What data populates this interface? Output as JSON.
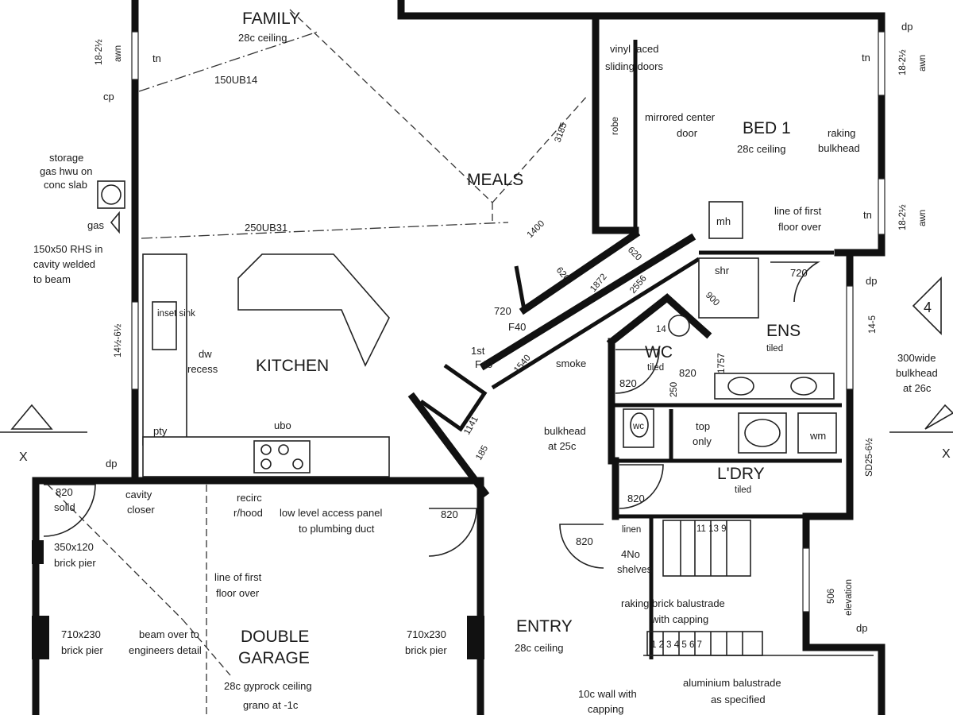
{
  "rooms": {
    "family": "FAMILY",
    "family_ceiling": "28c ceiling",
    "meals": "MEALS",
    "kitchen": "KITCHEN",
    "bed1": "BED 1",
    "bed1_ceiling": "28c ceiling",
    "ens": "ENS",
    "ens_finish": "tiled",
    "wc": "WC",
    "wc_finish": "tiled",
    "laundry": "L'DRY",
    "laundry_finish": "tiled",
    "double_garage_1": "DOUBLE",
    "double_garage_2": "GARAGE",
    "garage_ceiling_1": "28c gyprock ceiling",
    "garage_ceiling_2": "grano at -1c",
    "entry": "ENTRY",
    "entry_ceiling": "28c ceiling"
  },
  "labels": {
    "beam_family": "150UB14",
    "beam_kitchen": "250UB31",
    "storage_1": "storage",
    "storage_2": "gas hwu on",
    "storage_3": "conc slab",
    "gas": "gas",
    "rhs_1": "150x50 RHS in",
    "rhs_2": "cavity welded",
    "rhs_3": "to beam",
    "cp_top": "cp",
    "tn_left": "tn",
    "window_left_top": "18-2½",
    "window_left_top_sub": "awn",
    "window_left_mid": "14½-6½",
    "inset_sink": "inset sink",
    "dw_1": "dw",
    "dw_2": "recess",
    "pty": "pty",
    "ubo": "ubo",
    "dp_left": "dp",
    "vinyl_1": "vinyl faced",
    "vinyl_2": "sliding doors",
    "robe": "robe",
    "mirrored_1": "mirrored center",
    "mirrored_2": "door",
    "dim_3185": "3185",
    "raking_1": "raking",
    "raking_2": "bulkhead",
    "tn_r1": "tn",
    "tn_r2": "tn",
    "window_r1": "18-2½",
    "window_r1_sub": "awn",
    "window_r2": "18-2½",
    "window_r2_sub": "awn",
    "dp_r1": "dp",
    "dp_r2": "dp",
    "dp_r3": "dp",
    "mh": "mh",
    "first_floor_1": "line of first",
    "first_floor_2": "floor over",
    "shr": "shr",
    "d720_ens": "720",
    "d900": "900",
    "d14_5": "14-5",
    "north": "4",
    "bulkhead_300_1": "300wide",
    "bulkhead_300_2": "bulkhead",
    "bulkhead_300_3": "at 26c",
    "d1400": "1400",
    "d620": "620",
    "d1872": "1872",
    "d620b": "620",
    "d2556": "2556",
    "d720_meals": "720",
    "f40_a": "F40",
    "lst": "1st",
    "f40_b": "F40",
    "d1540": "1540",
    "smoke": "smoke",
    "d1141": "1141",
    "d185": "185",
    "bulkhead_25_1": "bulkhead",
    "bulkhead_25_2": "at 25c",
    "d820_wc": "820",
    "d820_wc2": "820",
    "d1757": "1757",
    "d250": "250",
    "d14": "14",
    "top_1": "top",
    "top_2": "only",
    "wm": "wm",
    "wc_pan": "wc",
    "sd": "SD25-6½",
    "d820_ldry": "820",
    "d820_entry": "820",
    "d820_entry2": "820",
    "linen_1": "linen",
    "linen_2": "4No",
    "linen_3": "shelves",
    "stair_top": "11 13 9",
    "stair_nums": "1 2 3 4 5 6 7",
    "raking_bal_1": "raking brick balustrade",
    "raking_bal_2": "with capping",
    "d506": "506",
    "elevation": "elevation",
    "alu_1": "aluminium balustrade",
    "alu_2": "as specified",
    "wall10_1": "10c wall with",
    "wall10_2": "capping",
    "d820_solid_1": "820",
    "d820_solid_2": "solid",
    "cavity_1": "cavity",
    "cavity_2": "closer",
    "recirc_1": "recirc",
    "recirc_2": "r/hood",
    "access_1": "low level access panel",
    "access_2": "to plumbing duct",
    "pier350_1": "350x120",
    "pier350_2": "brick pier",
    "first_floor_g1": "line of first",
    "first_floor_g2": "floor over",
    "pier710a_1": "710x230",
    "pier710a_2": "brick pier",
    "beam_over_1": "beam over to",
    "beam_over_2": "engineers detail",
    "pier710b_1": "710x230",
    "pier710b_2": "brick pier",
    "x_left": "X",
    "x_right": "X"
  }
}
